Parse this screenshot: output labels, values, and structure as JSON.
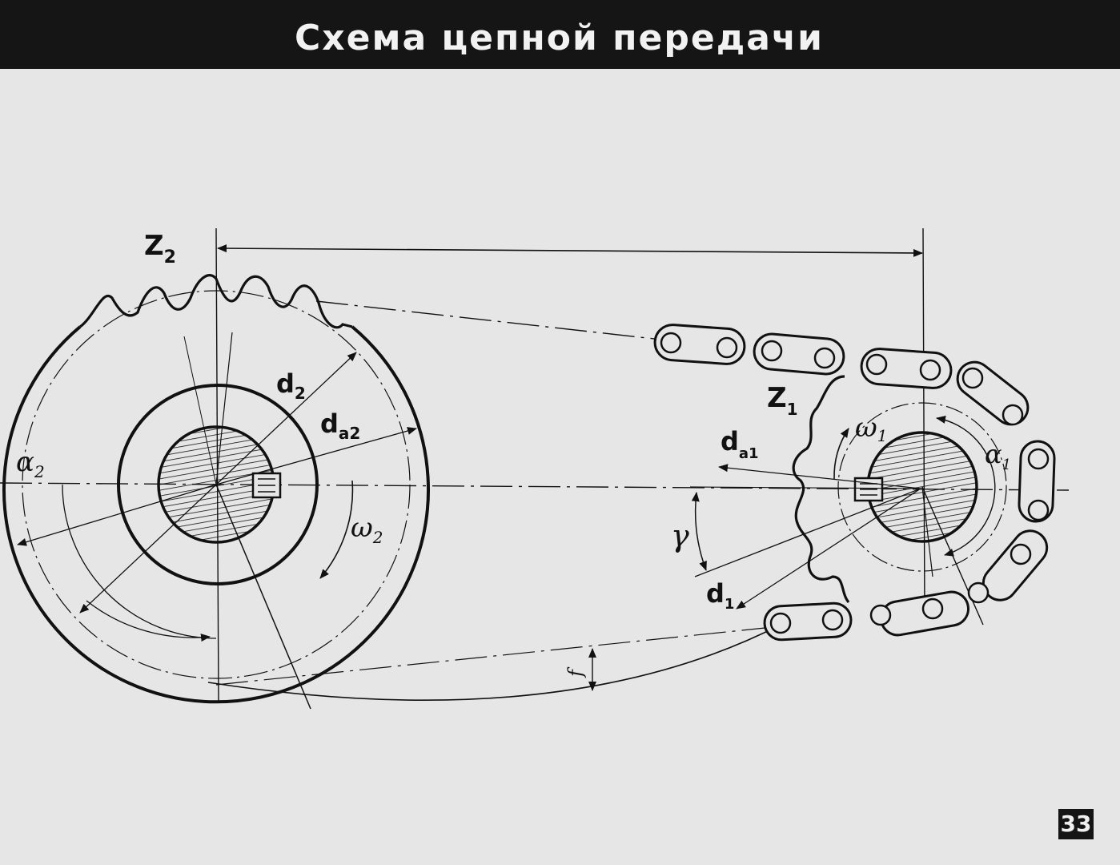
{
  "header": {
    "title": "Схема цепной передачи"
  },
  "page": {
    "number": "33"
  },
  "labels": {
    "z2": "Z",
    "z2_sub": "2",
    "z1": "Z",
    "z1_sub": "1",
    "d2": "d",
    "d2_sub": "2",
    "da2": "d",
    "da2_sub": "a2",
    "da1": "d",
    "da1_sub": "a1",
    "d1": "d",
    "d1_sub": "1",
    "alpha2": "α",
    "alpha2_sub": "2",
    "alpha1": "α",
    "alpha1_sub": "1",
    "omega2": "ω",
    "omega2_sub": "2",
    "omega1": "ω",
    "omega1_sub": "1",
    "gamma": "γ",
    "f": "f"
  }
}
